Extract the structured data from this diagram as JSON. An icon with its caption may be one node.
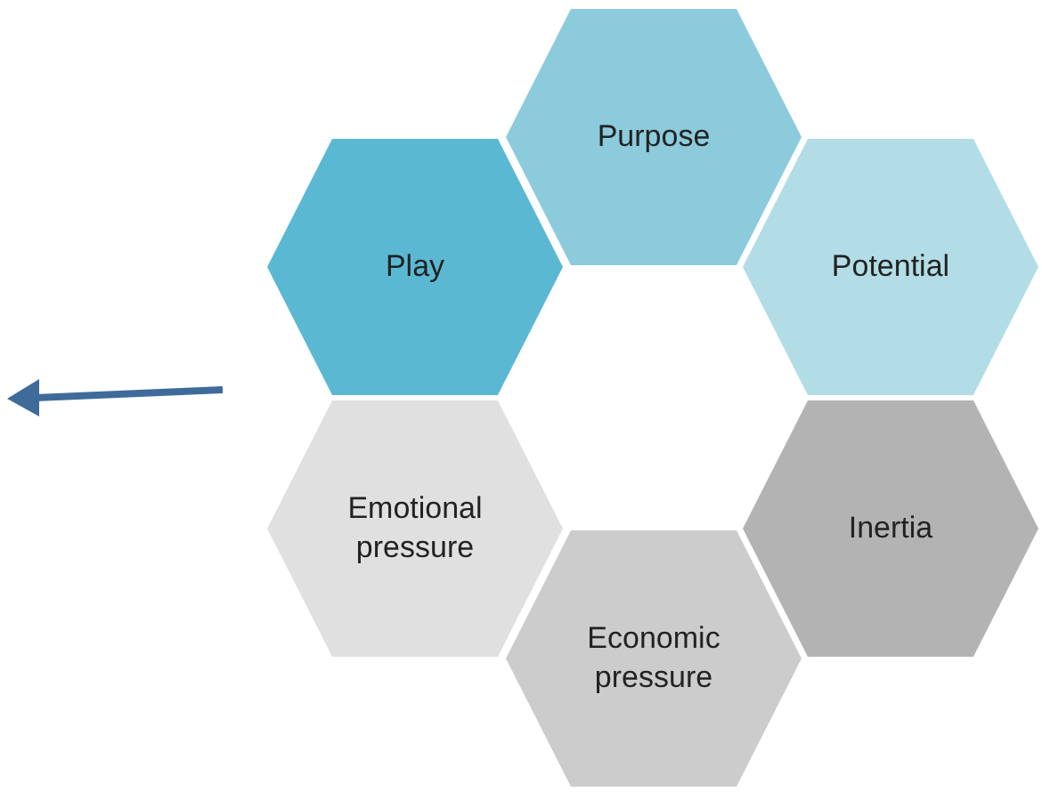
{
  "diagram": {
    "nodes": [
      {
        "text": [
          "Purpose"
        ]
      },
      {
        "text": [
          "Play"
        ]
      },
      {
        "text": [
          "Potential"
        ]
      },
      {
        "text": [
          "Emotional pressure"
        ]
      },
      {
        "text": [
          "Inertia"
        ]
      },
      {
        "text": [
          "Economic pressure"
        ]
      }
    ]
  }
}
